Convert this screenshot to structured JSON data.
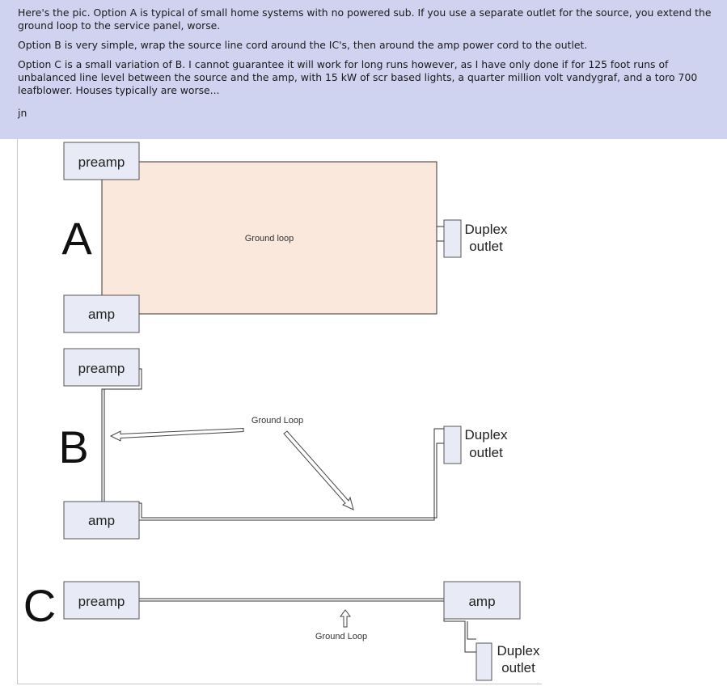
{
  "post": {
    "para1": "Here's the pic. Option A is typical of small home systems with no powered sub. If you use a separate outlet for the source, you extend the ground loop to the service panel, worse.",
    "para2": "Option B is very simple, wrap the source line cord around the IC's, then around the amp power cord to the outlet.",
    "para3": "Option C is a small variation of B. I cannot guarantee it will work for long runs however, as I have only done if for 125 foot runs of unbalanced line level between the source and the amp, with 15 kW of scr based lights, a quarter million volt vandygraf, and a toro 700 leafblower. Houses typically are worse...",
    "signature": "jn"
  },
  "diagram": {
    "a": {
      "letter": "A",
      "preamp": "preamp",
      "amp": "amp",
      "loop_label": "Ground loop",
      "outlet_line1": "Duplex",
      "outlet_line2": "outlet"
    },
    "b": {
      "letter": "B",
      "preamp": "preamp",
      "amp": "amp",
      "loop_label": "Ground Loop",
      "outlet_line1": "Duplex",
      "outlet_line2": "outlet"
    },
    "c": {
      "letter": "C",
      "preamp": "preamp",
      "amp": "amp",
      "loop_label": "Ground Loop",
      "outlet_line1": "Duplex",
      "outlet_line2": "outlet"
    },
    "colors": {
      "box_fill": "#e8ebf5",
      "loop_fill": "#fbe8dc",
      "post_background": "#d0d3f0"
    }
  }
}
